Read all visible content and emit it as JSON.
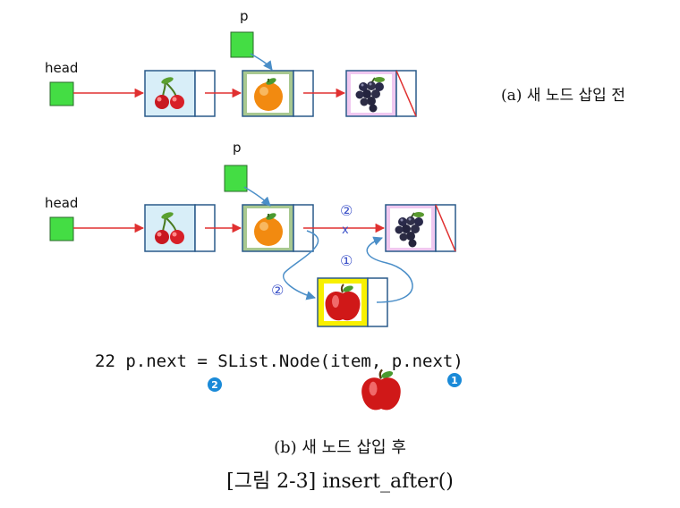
{
  "labels": {
    "head": "head",
    "pointer": "p",
    "step1": "①",
    "step2": "②",
    "cut_mark": "x"
  },
  "code": {
    "text": "22 p.next = SList.Node(item, p.next)",
    "badge_left": "2",
    "badge_right": "1"
  },
  "captions": {
    "before": "(a) 새 노드 삽입 전",
    "after": "(b) 새 노드 삽입 후",
    "figure": "[그림 2-3] insert_after()"
  },
  "nodes": {
    "before": [
      "cherry-icon",
      "orange-icon",
      "grapes-icon"
    ],
    "after": [
      "cherry-icon",
      "orange-icon",
      "grapes-icon"
    ],
    "new": "apple-icon"
  },
  "colors": {
    "pointer_fill": "#44dd44",
    "arrow_red": "#e03030",
    "arrow_blue": "#4a8ec8",
    "cherry_bg": "#d8eef8",
    "orange_bg": "#a8c890",
    "grapes_bg": "#f0c8f0",
    "apple_bg": "#f8f000",
    "marker_blue": "#1a8ad8"
  }
}
